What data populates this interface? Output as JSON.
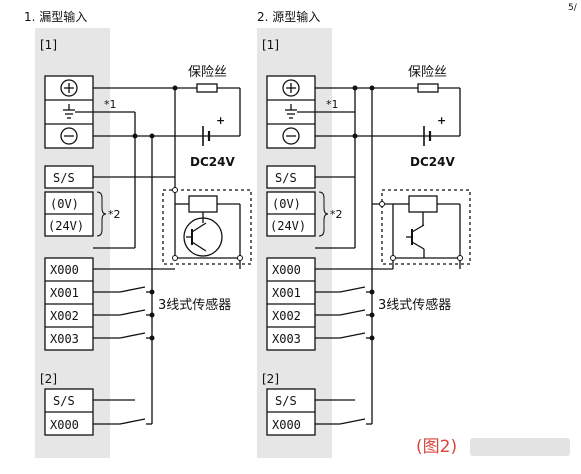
{
  "corner_mark": "5/",
  "figure_label": "(图2)",
  "panels": [
    {
      "heading": "1. 漏型输入",
      "group1": "[1]",
      "group2": "[2]",
      "fuse": "保险丝",
      "dc": "DC24V",
      "note1": "*1",
      "note2": "*2",
      "sensor": "3线式传感器",
      "terminals": [
        "S/S",
        "(0V)",
        "(24V)",
        "X000",
        "X001",
        "X002",
        "X003"
      ],
      "group2_terminals": [
        "S/S",
        "X000"
      ],
      "plus": "+"
    },
    {
      "heading": "2. 源型输入",
      "group1": "[1]",
      "group2": "[2]",
      "fuse": "保险丝",
      "dc": "DC24V",
      "note1": "*1",
      "note2": "*2",
      "sensor": "3线式传感器",
      "terminals": [
        "S/S",
        "(0V)",
        "(24V)",
        "X000",
        "X001",
        "X002",
        "X003"
      ],
      "group2_terminals": [
        "S/S",
        "X000"
      ],
      "plus": "+"
    }
  ],
  "colors": {
    "line": "#111111",
    "panel_bg": "#e6e6e6",
    "figure_label": "#d8453c",
    "watermark": "#c8c8c8"
  },
  "icons": [
    "plus-terminal-icon",
    "minus-terminal-icon",
    "ground-icon",
    "fuse-icon",
    "battery-icon",
    "transistor-icon",
    "switch-icon"
  ]
}
